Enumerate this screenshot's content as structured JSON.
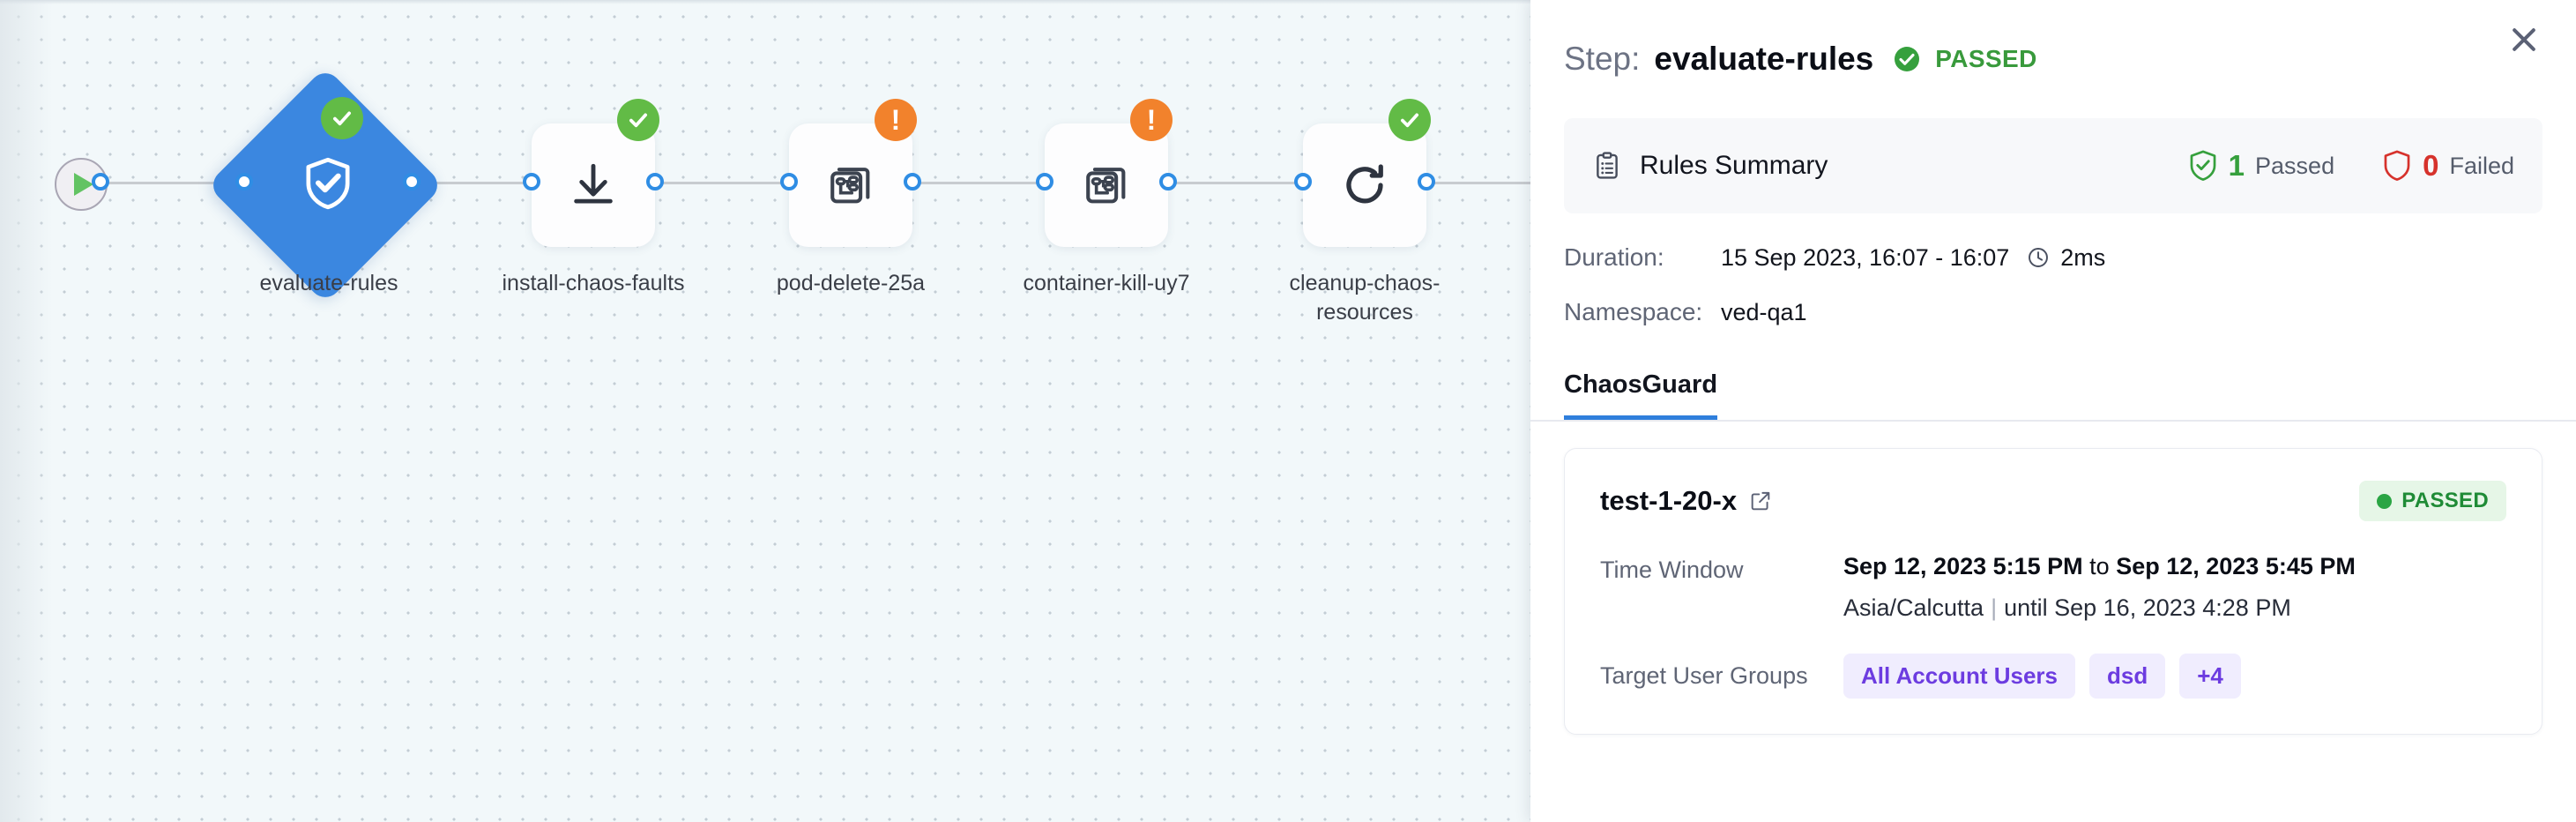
{
  "canvas": {
    "start_node": {
      "icon": "play-icon"
    },
    "nodes": [
      {
        "label": "evaluate-rules",
        "icon": "shield-check-icon",
        "status": "passed",
        "shape": "diamond"
      },
      {
        "label": "install-chaos-faults",
        "icon": "download-icon",
        "status": "passed",
        "shape": "square"
      },
      {
        "label": "pod-delete-25a",
        "icon": "chaos-fault-stack-icon",
        "status": "warning",
        "shape": "square"
      },
      {
        "label": "container-kill-uy7",
        "icon": "chaos-fault-stack-icon",
        "status": "warning",
        "shape": "square"
      },
      {
        "label": "cleanup-chaos-resources",
        "icon": "refresh-icon",
        "status": "passed",
        "shape": "square"
      }
    ]
  },
  "panel": {
    "header": {
      "step_prefix": "Step:",
      "step_name": "evaluate-rules",
      "status_label": "PASSED",
      "status_color": "#399a3c",
      "close_icon": "close-icon"
    },
    "rules_summary": {
      "icon": "clipboard-icon",
      "title": "Rules Summary",
      "passed_count": "1",
      "passed_label": "Passed",
      "passed_icon": "shield-check-icon",
      "passed_color": "#36a03d",
      "failed_count": "0",
      "failed_label": "Failed",
      "failed_icon": "shield-icon",
      "failed_color": "#d6322c"
    },
    "meta": [
      {
        "key": "Duration:",
        "value": "15 Sep 2023, 16:07 - 16:07",
        "extra_icon": "clock-icon",
        "extra": "2ms"
      },
      {
        "key": "Namespace:",
        "value": "ved-qa1",
        "extra_icon": "",
        "extra": ""
      }
    ],
    "tabs": [
      {
        "label": "ChaosGuard",
        "active": true
      }
    ],
    "test_card": {
      "title": "test-1-20-x",
      "link_icon": "external-link-icon",
      "status_label": "PASSED",
      "status_color": "#1f8b36",
      "time_window": {
        "key": "Time Window",
        "start": "Sep 12, 2023 5:15 PM",
        "joiner": " to ",
        "end": "Sep 12, 2023 5:45 PM",
        "timezone": "Asia/Calcutta",
        "until": "until Sep 16, 2023 4:28 PM"
      },
      "target_user_groups": {
        "key": "Target User Groups",
        "chips": [
          "All Account Users",
          "dsd",
          "+4"
        ]
      }
    }
  }
}
